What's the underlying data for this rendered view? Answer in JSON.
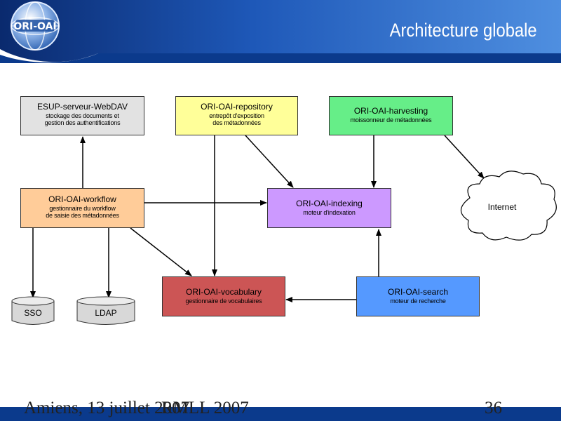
{
  "header": {
    "logo_text": "ORI-OAI",
    "title": "Architecture globale"
  },
  "nodes": {
    "esup": {
      "title": "ESUP-serveur-WebDAV",
      "sub1": "stockage des documents et",
      "sub2": "gestion des authentifications"
    },
    "repository": {
      "title": "ORI-OAI-repository",
      "sub1": "entrepôt d'exposition",
      "sub2": "des métadonnées"
    },
    "harvesting": {
      "title": "ORI-OAI-harvesting",
      "sub1": "moissonneur de métadonnées"
    },
    "workflow": {
      "title": "ORI-OAI-workflow",
      "sub1": "gestionnaire du workflow",
      "sub2": "de saisie des métadonnées"
    },
    "indexing": {
      "title": "ORI-OAI-indexing",
      "sub1": "moteur d'indexation"
    },
    "vocabulary": {
      "title": "ORI-OAI-vocabulary",
      "sub1": "gestionnaire de vocabulaires"
    },
    "search": {
      "title": "ORI-OAI-search",
      "sub1": "moteur de recherche"
    },
    "sso": {
      "label": "SSO"
    },
    "ldap": {
      "label": "LDAP"
    },
    "internet": {
      "label": "Internet"
    }
  },
  "footer": {
    "left_text": "Amiens, 13 juillet 2007",
    "overlay_text": "RMLL 2007",
    "page_number": "36"
  },
  "colors": {
    "header_dark": "#0a2a6e",
    "header_mid": "#1e58b8",
    "header_light": "#4f8fe0",
    "footer_bar": "#0b3a8c",
    "gray": "#e2e2e2",
    "yellow": "#ffff99",
    "green": "#66ee88",
    "orange": "#ffcc99",
    "purple": "#cc99ff",
    "red": "#cc5555",
    "blue": "#5599ff"
  }
}
